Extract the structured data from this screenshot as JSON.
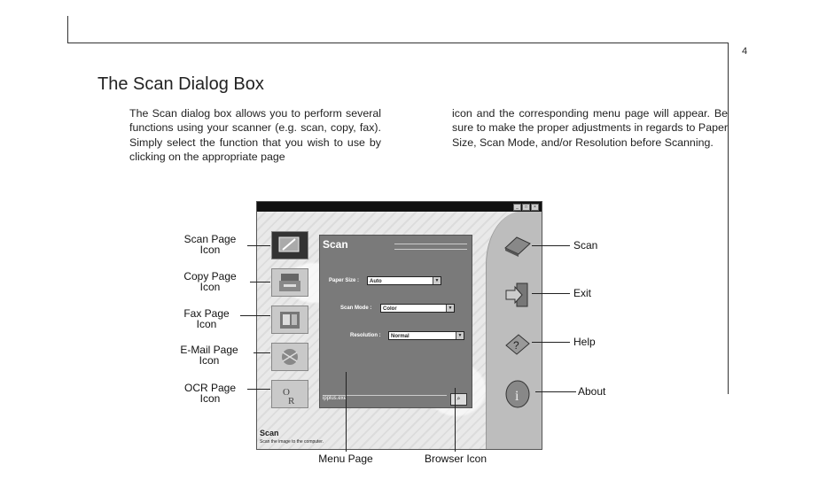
{
  "page_number": "4",
  "title": "The Scan Dialog Box",
  "paragraph_left": "The Scan dialog box allows you to perform several functions using your scanner (e.g. scan, copy, fax). Simply select the function that you wish to use by clicking on the appropriate page",
  "paragraph_right": "icon and the corresponding menu page will appear. Be sure to make the proper adjustments in regards to Paper Size, Scan Mode, and/or Resolution before Scanning.",
  "window_buttons": [
    "_",
    "□",
    "×"
  ],
  "left_icons": [
    {
      "label_line1": "Scan Page",
      "label_line2": "Icon",
      "icon": "scanner-icon"
    },
    {
      "label_line1": "Copy Page",
      "label_line2": "Icon",
      "icon": "copier-icon"
    },
    {
      "label_line1": "Fax Page",
      "label_line2": "Icon",
      "icon": "fax-icon"
    },
    {
      "label_line1": "E-Mail Page",
      "label_line2": "Icon",
      "icon": "email-icon"
    },
    {
      "label_line1": "OCR Page",
      "label_line2": "Icon",
      "icon": "ocr-icon"
    }
  ],
  "menu": {
    "title": "Scan",
    "paper_size_label": "Paper Size :",
    "paper_size_value": "Auto",
    "scan_mode_label": "Scan Mode :",
    "scan_mode_value": "Color",
    "resolution_label": "Resolution :",
    "resolution_value": "Normal",
    "path_value": "ipplus.exe"
  },
  "status": {
    "title": "Scan",
    "text": "Scan the image to the computer."
  },
  "right_icons": [
    {
      "label": "Scan",
      "icon": "scan-icon"
    },
    {
      "label": "Exit",
      "icon": "exit-icon"
    },
    {
      "label": "Help",
      "icon": "help-icon"
    },
    {
      "label": "About",
      "icon": "about-icon"
    }
  ],
  "bottom_callouts": {
    "menu_page": "Menu Page",
    "browser_icon": "Browser Icon"
  }
}
